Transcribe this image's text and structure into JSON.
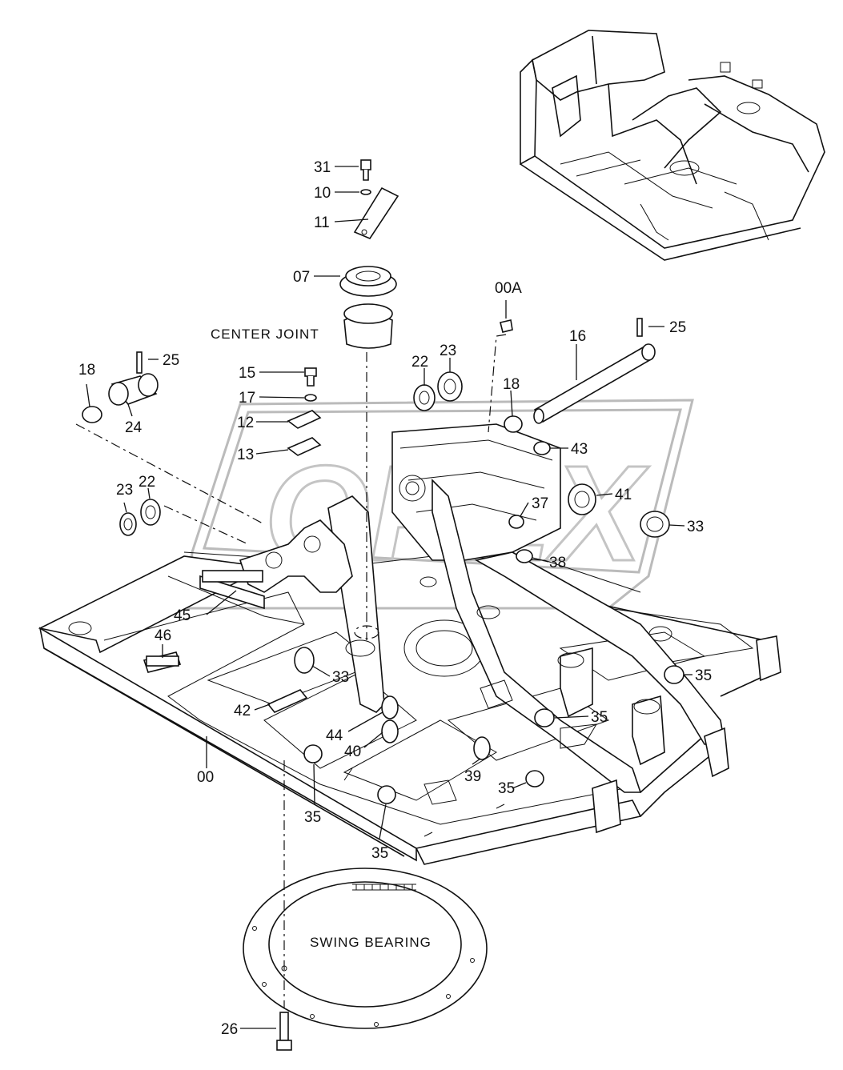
{
  "text_labels": {
    "center_joint": "CENTER JOINT",
    "swing_bearing": "SWING BEARING",
    "watermark": "OPEX"
  },
  "callouts": {
    "c31": "31",
    "c10": "10",
    "c11": "11",
    "c07": "07",
    "c00A": "00A",
    "c16": "16",
    "c25a": "25",
    "c25b": "25",
    "c18a": "18",
    "c18b": "18",
    "c24": "24",
    "c15": "15",
    "c17": "17",
    "c12": "12",
    "c13": "13",
    "c22a": "22",
    "c23a": "23",
    "c22b": "22",
    "c23b": "23",
    "c43": "43",
    "c41": "41",
    "c37": "37",
    "c33a": "33",
    "c38": "38",
    "c45": "45",
    "c46": "46",
    "c33b": "33",
    "c35a": "35",
    "c35b": "35",
    "c42": "42",
    "c44": "44",
    "c40": "40",
    "c39": "39",
    "c35c": "35",
    "c00": "00",
    "c35d": "35",
    "c35e": "35",
    "c26": "26"
  }
}
